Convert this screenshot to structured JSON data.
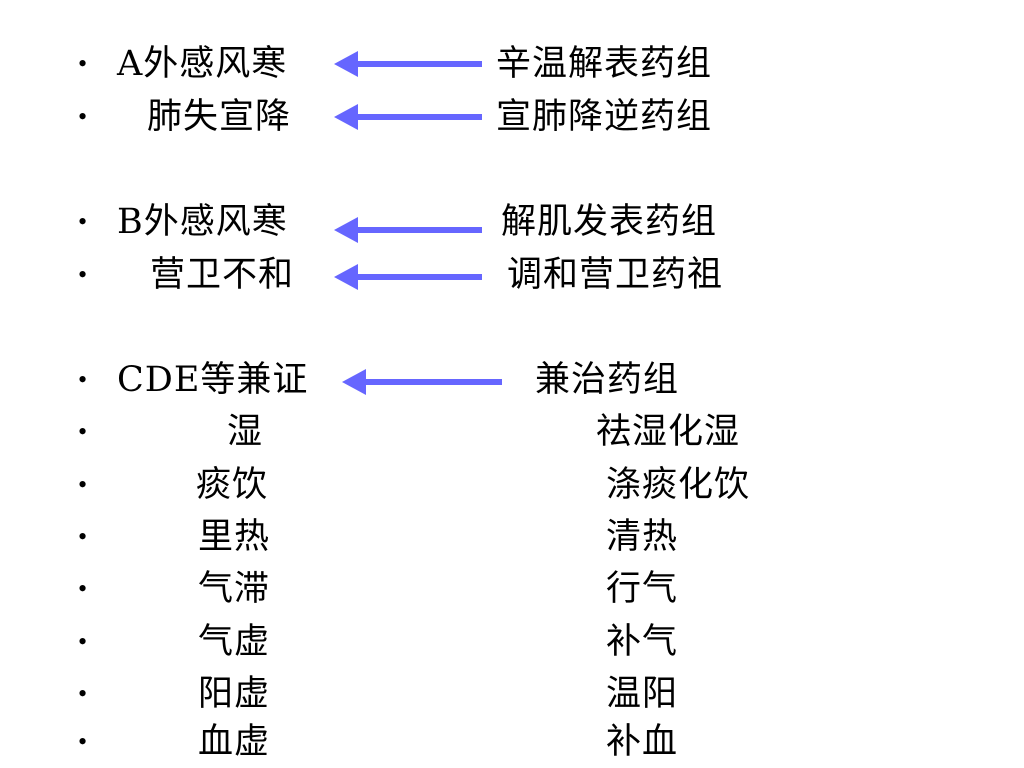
{
  "arrow_color": "#6666ff",
  "rows": [
    {
      "left": "A外感风寒",
      "right": "辛温解表药组",
      "arrow": true
    },
    {
      "left": "肺失宣降",
      "right": "宣肺降逆药组",
      "arrow": true
    },
    {
      "left": "B外感风寒",
      "right": "解肌发表药组",
      "arrow": true
    },
    {
      "left": "营卫不和",
      "right": "调和营卫药祖",
      "arrow": true
    },
    {
      "left": "CDE等兼证",
      "right": "兼治药组",
      "arrow": true
    },
    {
      "left": "湿",
      "right": "祛湿化湿",
      "arrow": false
    },
    {
      "left": "痰饮",
      "right": "涤痰化饮",
      "arrow": false
    },
    {
      "left": "里热",
      "right": "清热",
      "arrow": false
    },
    {
      "left": "气滞",
      "right": "行气",
      "arrow": false
    },
    {
      "left": "气虚",
      "right": "补气",
      "arrow": false
    },
    {
      "left": "阳虚",
      "right": "温阳",
      "arrow": false
    },
    {
      "left": "血虚",
      "right": "补血",
      "arrow": false
    }
  ],
  "bullet_char": "•"
}
